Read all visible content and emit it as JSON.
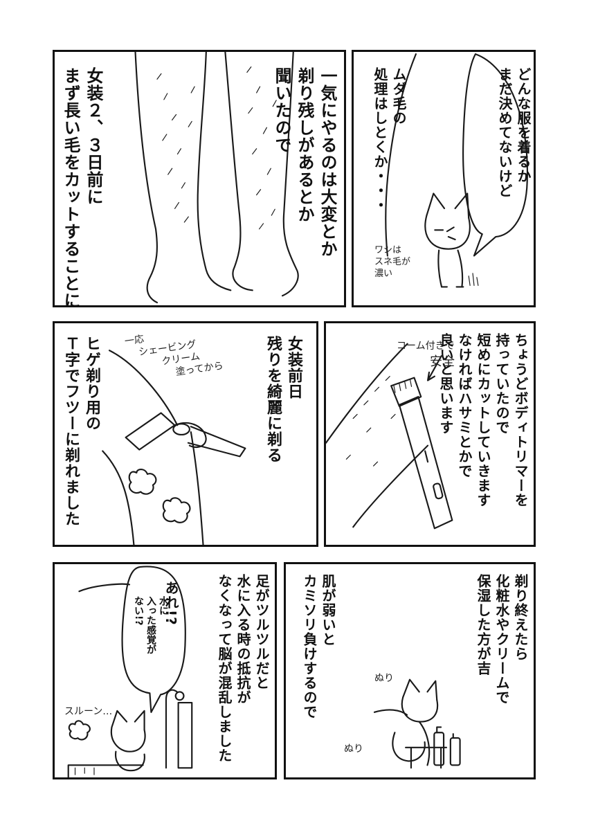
{
  "panels": {
    "p1": {
      "caption_lines": [
        "一気にやるのは大変とか",
        "剃り残しがあるとか",
        "聞いたので",
        "女装２、３日前に",
        "まず長い毛をカットすることに"
      ]
    },
    "p2": {
      "speech_lines": [
        "どんな服を着るか",
        "まだ決めてないけど"
      ],
      "caption_lines": [
        "ムダ毛の",
        "処理はしとくか・・・"
      ],
      "aside_lines": [
        "ワシは",
        "スネ毛が",
        "濃い"
      ]
    },
    "p3": {
      "caption_lines": [
        "女装前日",
        "残りを綺麗に剃る"
      ],
      "caption2_lines": [
        "ヒゲ剃り用の",
        "Ｔ字でフツーに剃れました"
      ],
      "annotation_lines": [
        "一応",
        "シェービング",
        "クリーム",
        "塗ってから"
      ]
    },
    "p4": {
      "caption_lines": [
        "ちょうどボディトリマーを",
        "持っていたので",
        "短めにカットしていきます",
        "なければハサミとかで",
        "良いと思います"
      ],
      "annotation": "コーム付きで",
      "annotation_safe": "安全"
    },
    "p5": {
      "caption_lines": [
        "足がツルツルだと",
        "水に入る時の抵抗が",
        "なくなって脳が混乱しました"
      ],
      "speech1": "あれ!?",
      "speech2_lines": [
        "水に",
        "入った感覚が",
        "ない!?"
      ],
      "sfx": "スルーン…"
    },
    "p6": {
      "caption_lines": [
        "剃り終えたら",
        "化粧水やクリームで",
        "保湿した方が吉"
      ],
      "caption2_lines": [
        "肌が弱いと",
        "カミソリ負けするので"
      ],
      "sfx1": "ぬり",
      "sfx2": "ぬり"
    }
  }
}
